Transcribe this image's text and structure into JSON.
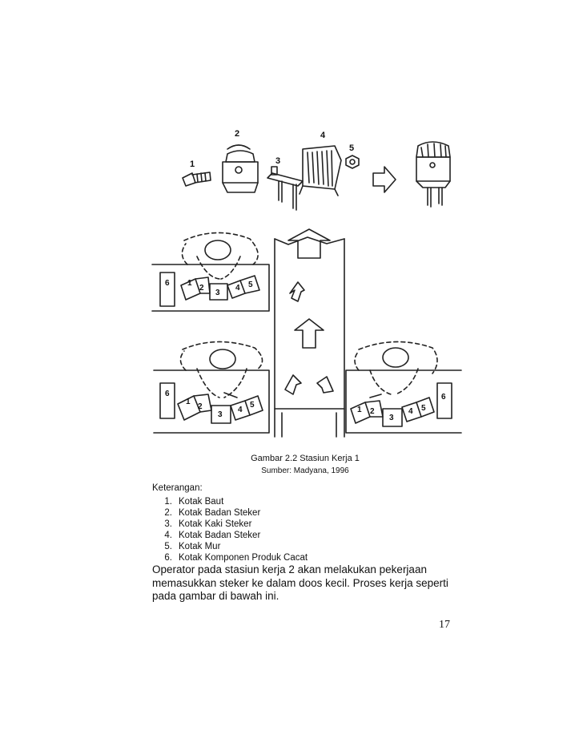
{
  "figure": {
    "labels": {
      "part1": "1",
      "part2": "2",
      "part3": "3",
      "part4": "4",
      "part5": "5",
      "bin1": "1",
      "bin2": "2",
      "bin3": "3",
      "bin4": "4",
      "bin5": "5",
      "bin6": "6"
    }
  },
  "caption": {
    "title": "Gambar 2.2 Stasiun Kerja 1",
    "source": "Sumber: Madyana, 1996"
  },
  "legend": {
    "title": "Keterangan:",
    "items": [
      {
        "num": "1.",
        "text": "Kotak Baut"
      },
      {
        "num": "2.",
        "text": "Kotak Badan Steker"
      },
      {
        "num": "3.",
        "text": "Kotak Kaki Steker"
      },
      {
        "num": "4.",
        "text": "Kotak Badan Steker"
      },
      {
        "num": "5.",
        "text": "Kotak Mur"
      },
      {
        "num": "6.",
        "text": "Kotak Komponen Produk Cacat"
      }
    ]
  },
  "paragraph": "Operator pada stasiun kerja 2 akan melakukan pekerjaan memasukkan steker ke dalam doos kecil. Proses kerja seperti pada gambar di bawah ini.",
  "page_number": "17"
}
